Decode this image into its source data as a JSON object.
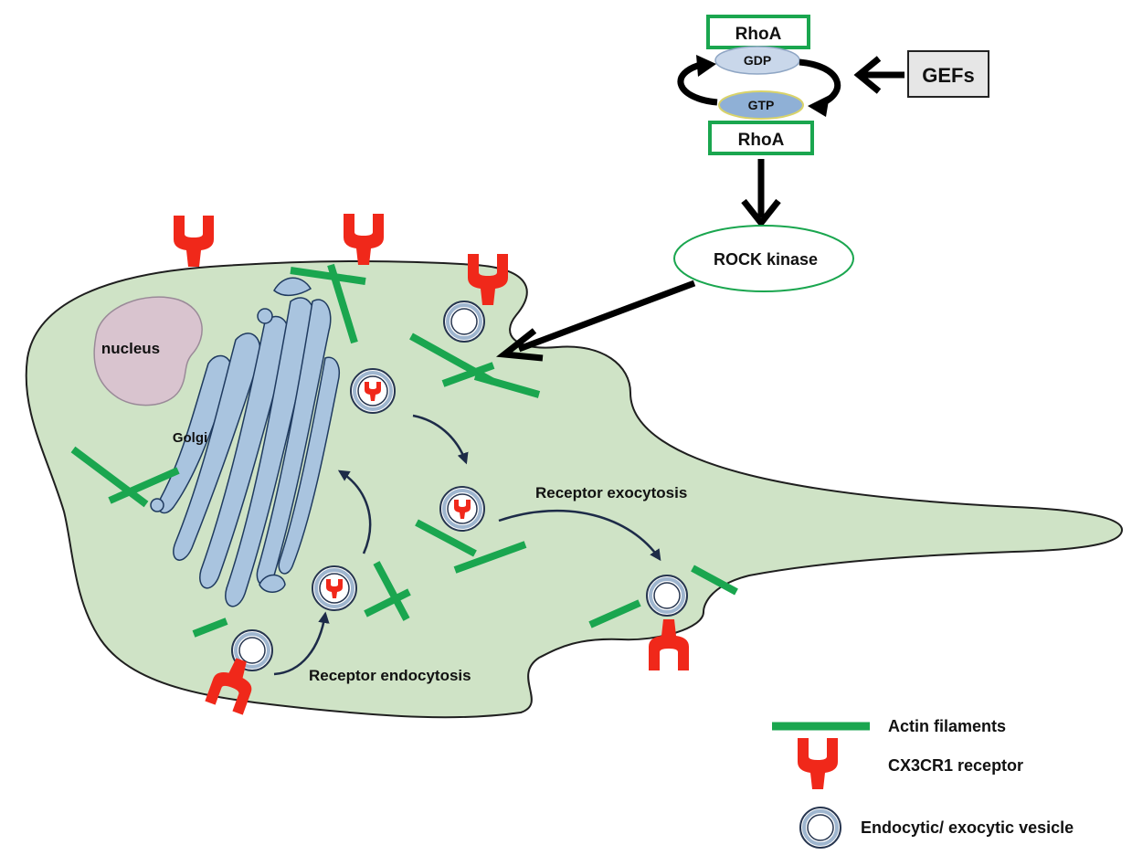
{
  "labels": {
    "rhoa_top": "RhoA",
    "gdp": "GDP",
    "gtp": "GTP",
    "rhoa_bottom": "RhoA",
    "gefs": "GEFs",
    "rock": "ROCK kinase",
    "nucleus": "nucleus",
    "golgi": "Golgi",
    "exocytosis": "Receptor exocytosis",
    "endocytosis": "Receptor endocytosis"
  },
  "legend": {
    "actin": "Actin filaments",
    "receptor": "CX3CR1 receptor",
    "vesicle": "Endocytic/ exocytic vesicle"
  },
  "colors": {
    "cell": "#cfe3c6",
    "actin": "#1aa64f",
    "receptor": "#f0281a",
    "vesicle": "#9fb6cf",
    "golgi": "#a9c4df",
    "nucleus": "#d9c4cf",
    "rhoa_border": "#1aa64f",
    "gdp": "#c9d7ea",
    "gtp": "#8fb0d6",
    "gefs_box": "#e6e6e6"
  }
}
